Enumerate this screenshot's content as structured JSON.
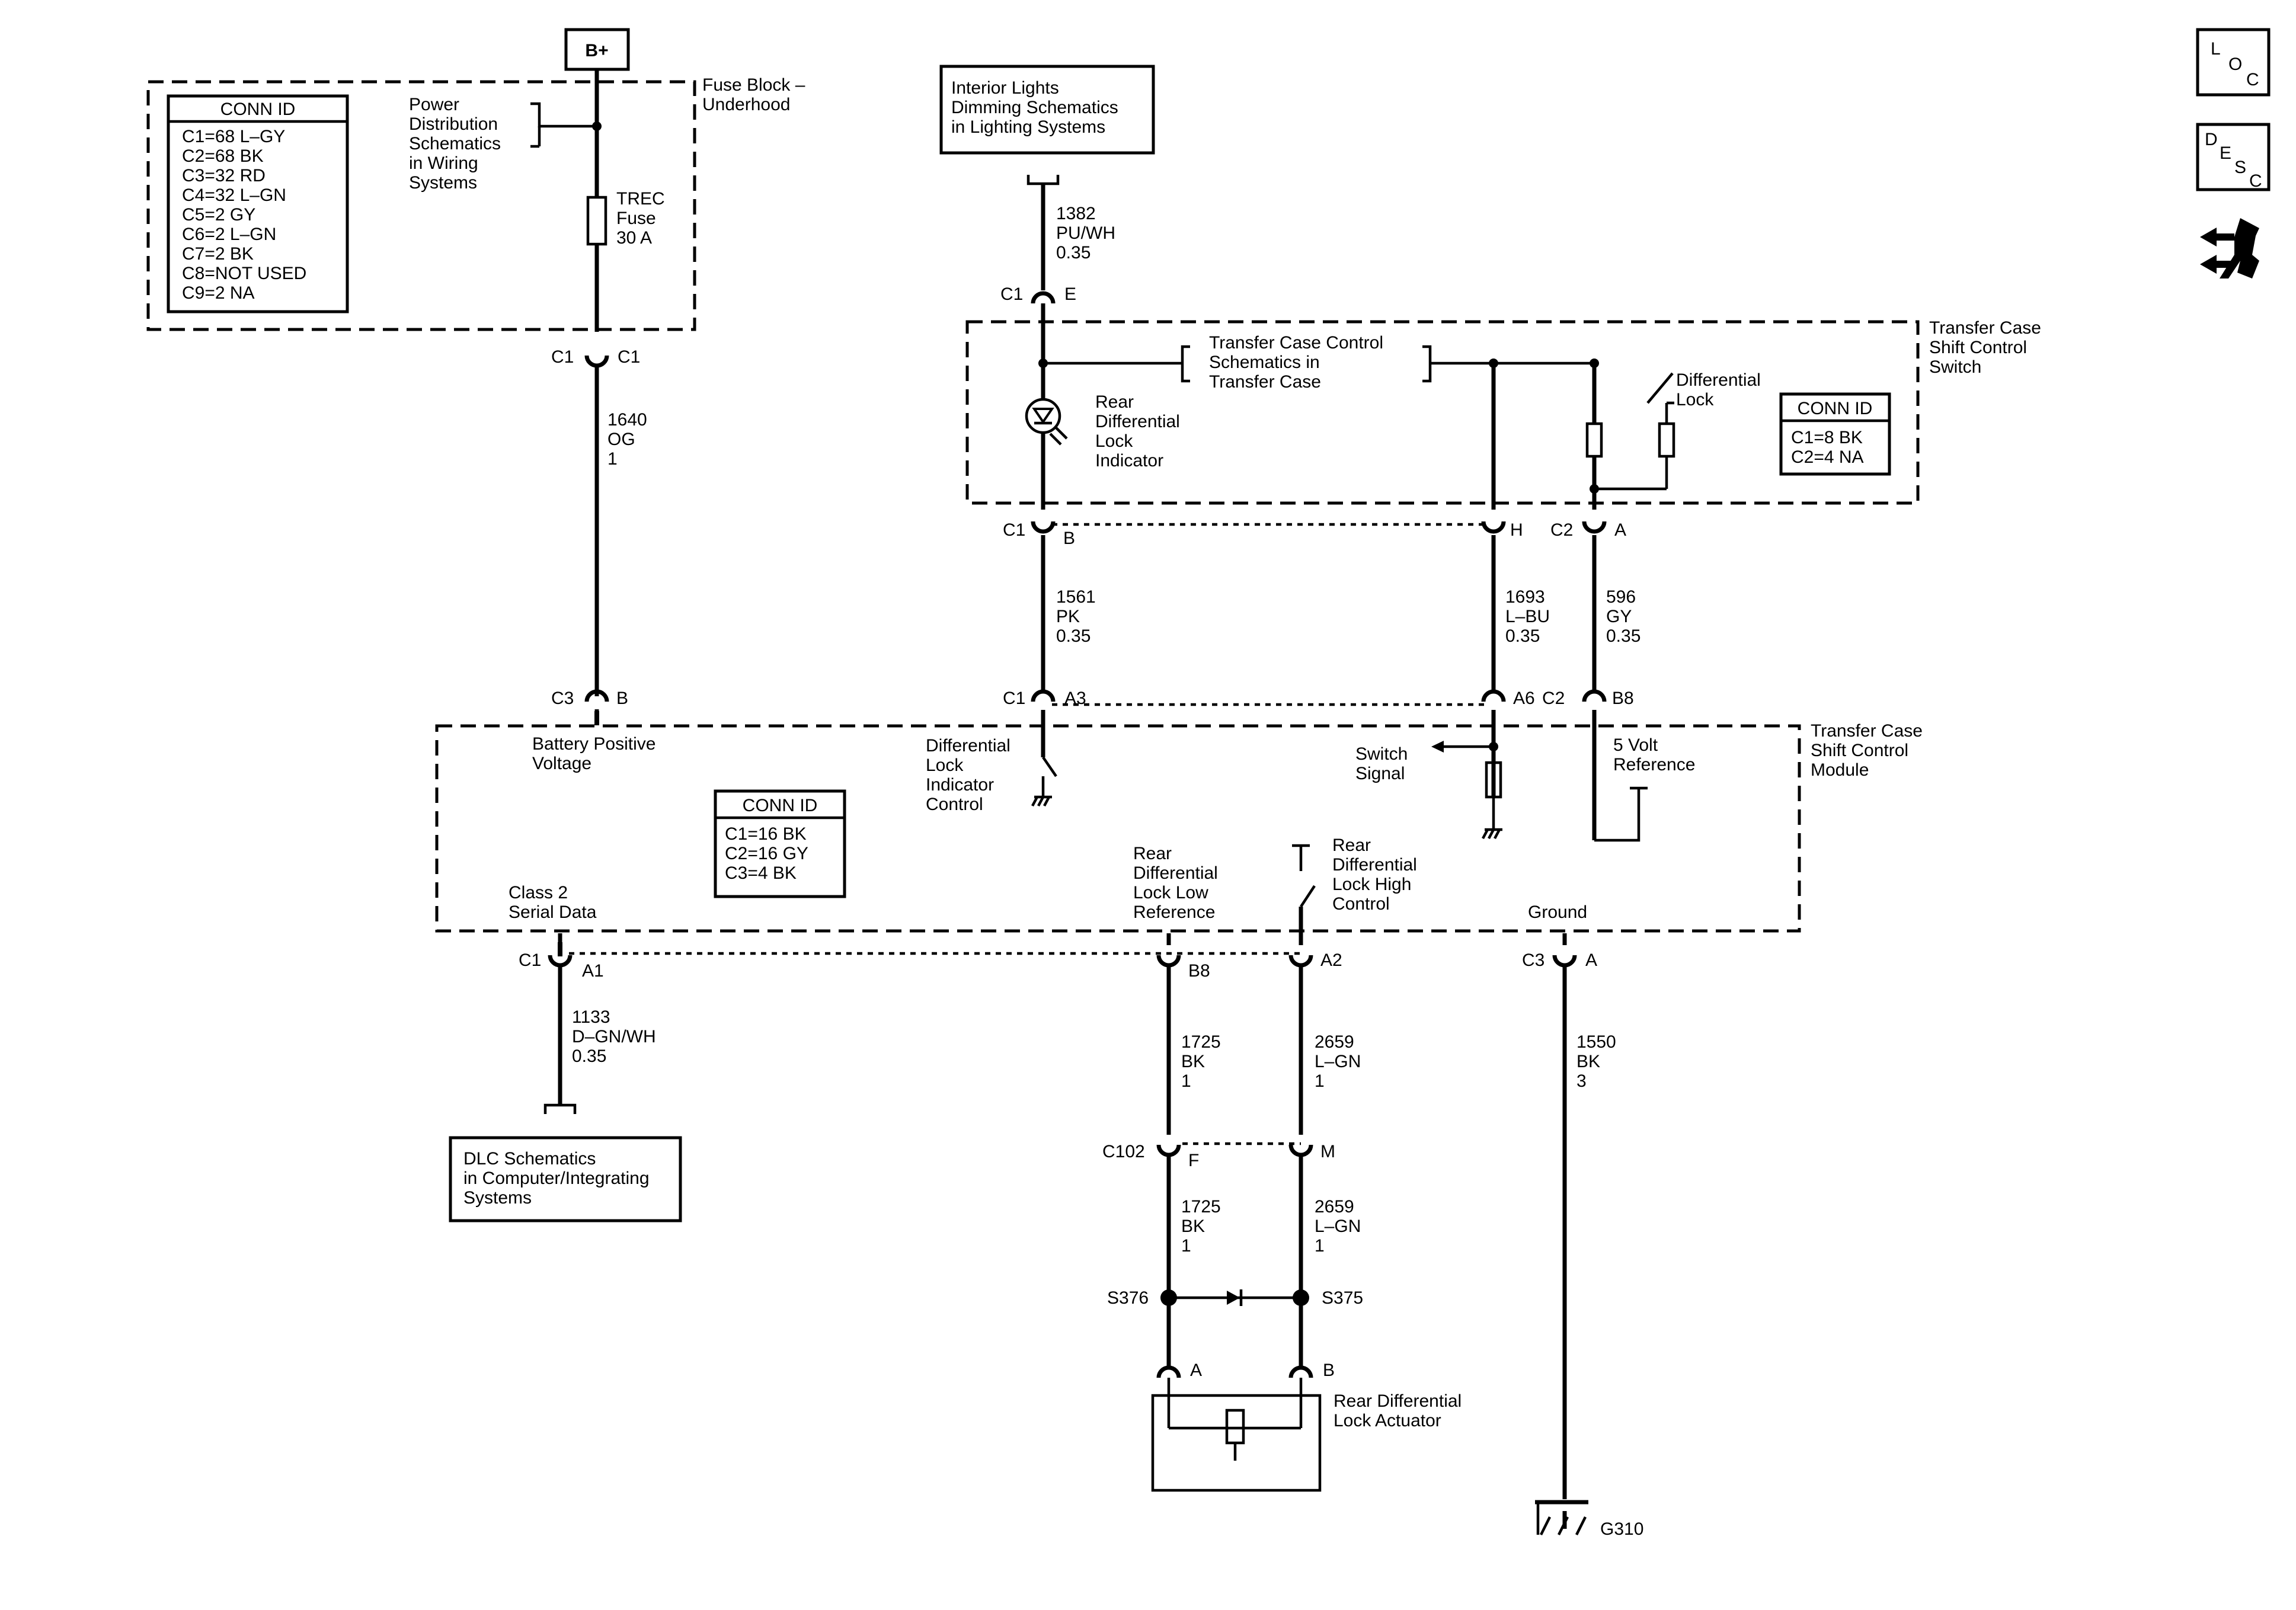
{
  "battery": "B+",
  "fuse_block": {
    "name": [
      "Fuse Block –",
      "Underhood"
    ],
    "conn_title": "CONN ID",
    "conns": [
      "C1=68 L–GY",
      "C2=68 BK",
      "C3=32 RD",
      "C4=32 L–GN",
      "C5=2 GY",
      "C6=2 L–GN",
      "C7=2 BK",
      "C8=NOT USED",
      "C9=2 NA"
    ]
  },
  "power_dist": [
    "Power",
    "Distribution",
    "Schematics",
    "in Wiring",
    "Systems"
  ],
  "fuse": [
    "TREC",
    "Fuse",
    "30 A"
  ],
  "interior_lights": [
    "Interior Lights",
    "Dimming Schematics",
    "in Lighting Systems"
  ],
  "switch": {
    "name": [
      "Transfer Case",
      "Shift Control",
      "Switch"
    ],
    "conn_title": "CONN ID",
    "conns": [
      "C1=8 BK",
      "C2=4 NA"
    ],
    "tcc_ref": [
      "Transfer Case Control",
      "Schematics in",
      "Transfer Case"
    ],
    "indicator": [
      "Rear",
      "Differential",
      "Lock",
      "Indicator"
    ],
    "diff_lock": [
      "Differential",
      "Lock"
    ]
  },
  "module": {
    "name": [
      "Transfer Case",
      "Shift Control",
      "Module"
    ],
    "conn_title": "CONN ID",
    "conns": [
      "C1=16 BK",
      "C2=16 GY",
      "C3=4 BK"
    ],
    "battery_voltage": [
      "Battery Positive",
      "Voltage"
    ],
    "diff_ctrl": [
      "Differential",
      "Lock",
      "Indicator",
      "Control"
    ],
    "switch_signal": [
      "Switch",
      "Signal"
    ],
    "five_volt": [
      "5 Volt",
      "Reference"
    ],
    "class2": [
      "Class 2",
      "Serial Data"
    ],
    "low_ref": [
      "Rear",
      "Differential",
      "Lock Low",
      "Reference"
    ],
    "high_ctrl": [
      "Rear",
      "Differential",
      "Lock High",
      "Control"
    ],
    "ground": "Ground"
  },
  "dlc": [
    "DLC Schematics",
    "in Computer/Integrating",
    "Systems"
  ],
  "actuator": [
    "Rear Differential",
    "Lock Actuator"
  ],
  "wires": {
    "w1640": [
      "1640",
      "OG",
      "1"
    ],
    "w1382": [
      "1382",
      "PU/WH",
      "0.35"
    ],
    "w1561": [
      "1561",
      "PK",
      "0.35"
    ],
    "w1693": [
      "1693",
      "L–BU",
      "0.35"
    ],
    "w596": [
      "596",
      "GY",
      "0.35"
    ],
    "w1133": [
      "1133",
      "D–GN/WH",
      "0.35"
    ],
    "w1725a": [
      "1725",
      "BK",
      "1"
    ],
    "w2659a": [
      "2659",
      "L–GN",
      "1"
    ],
    "w1725b": [
      "1725",
      "BK",
      "1"
    ],
    "w2659b": [
      "2659",
      "L–GN",
      "1"
    ],
    "w1550": [
      "1550",
      "BK",
      "3"
    ]
  },
  "connectors": {
    "fb_c1_l": "C1",
    "fb_c1_r": "C1",
    "c3_b_l": "C3",
    "c3_b_r": "B",
    "il_c1": "C1",
    "il_e": "E",
    "sw_b_l": "C1",
    "sw_b_r": "B",
    "sw_h": "H",
    "sw_a_l": "C2",
    "sw_a_r": "A",
    "m_a3_l": "C1",
    "m_a3_r": "A3",
    "m_a6_r": "A6",
    "m_b8_l": "C2",
    "m_b8_r": "B8",
    "m_a1_l": "C1",
    "m_a1_r": "A1",
    "m_b8b": "B8",
    "m_a2": "A2",
    "m_c3_l": "C3",
    "m_c3_r": "A",
    "c102": "C102",
    "c102_f": "F",
    "c102_m": "M",
    "act_a": "A",
    "act_b": "B"
  },
  "splices": {
    "s376": "S376",
    "s375": "S375"
  },
  "ground_id": "G310",
  "icons": {
    "loc": [
      "L",
      "O",
      "C"
    ],
    "desc": [
      "D",
      "E",
      "S",
      "C"
    ],
    "tool": "wrench-arrows-icon"
  }
}
